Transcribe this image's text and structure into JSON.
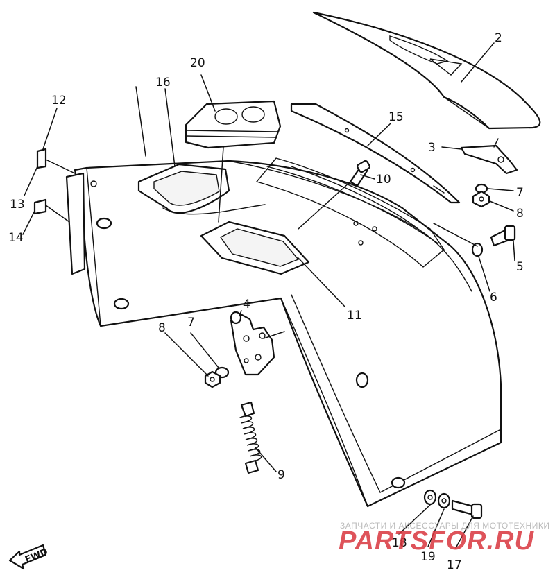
{
  "diagram": {
    "parts": [
      {
        "id": "2",
        "label": "2"
      },
      {
        "id": "3",
        "label": "3"
      },
      {
        "id": "4",
        "label": "4"
      },
      {
        "id": "5",
        "label": "5"
      },
      {
        "id": "6",
        "label": "6"
      },
      {
        "id": "7a",
        "label": "7"
      },
      {
        "id": "7b",
        "label": "7"
      },
      {
        "id": "8a",
        "label": "8"
      },
      {
        "id": "8b",
        "label": "8"
      },
      {
        "id": "9",
        "label": "9"
      },
      {
        "id": "10",
        "label": "10"
      },
      {
        "id": "11",
        "label": "11"
      },
      {
        "id": "12",
        "label": "12"
      },
      {
        "id": "13",
        "label": "13"
      },
      {
        "id": "14",
        "label": "14"
      },
      {
        "id": "15",
        "label": "15"
      },
      {
        "id": "16",
        "label": "16"
      },
      {
        "id": "17",
        "label": "17"
      },
      {
        "id": "18",
        "label": "18"
      },
      {
        "id": "19",
        "label": "19"
      },
      {
        "id": "20",
        "label": "20"
      }
    ],
    "fwd_label": "FWD"
  },
  "watermark": {
    "tagline": "ЗАПЧАСТИ И АКСЕССУАРЫ ДЛЯ МОТОТЕХНИКИ",
    "brand": "PARTSFOR.RU",
    "color": "#d9363e",
    "tagline_color": "#b0b0b0"
  }
}
